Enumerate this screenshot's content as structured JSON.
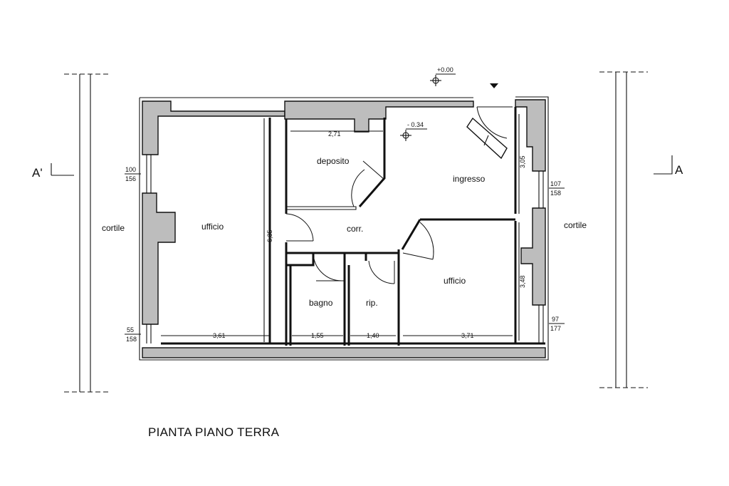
{
  "plan": {
    "title": "PIANTA PIANO TERRA",
    "section": {
      "left_label": "A'",
      "right_label": "A"
    },
    "rooms": {
      "ufficio_left": "ufficio",
      "deposito": "deposito",
      "ingresso": "ingresso",
      "corridoio": "corr.",
      "ufficio_right": "ufficio",
      "bagno": "bagno",
      "ripostiglio": "rip.",
      "cortile_left": "cortile",
      "cortile_right": "cortile"
    },
    "levels": {
      "entrance": "+0.00",
      "ingresso": "- 0.34"
    },
    "dimensions": {
      "deposito_width": "2,71",
      "ufficio_left_depth": "6,35",
      "ingresso_depth": "3,05",
      "ufficio_right_depth": "3,48",
      "ufficio_left_width": "3,61",
      "bagno_width": "1,55",
      "rip_width": "1,40",
      "ufficio_right_width": "3,71"
    },
    "windows": {
      "left_top": {
        "width": "100",
        "height": "156"
      },
      "left_bottom": {
        "width": "55",
        "height": "158"
      },
      "right_top": {
        "width": "107",
        "height": "158"
      },
      "right_bottom": {
        "width": "97",
        "height": "177"
      }
    }
  }
}
